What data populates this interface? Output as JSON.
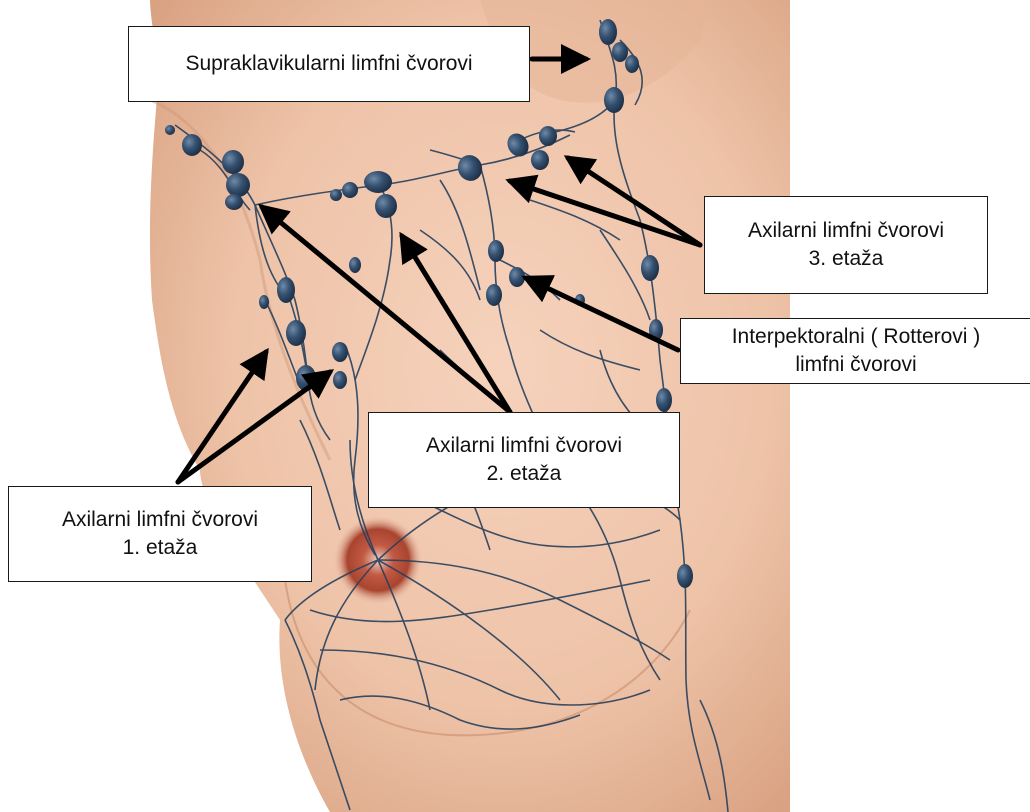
{
  "top_text": "",
  "colors": {
    "skin": "#eec3a8",
    "skin_shadow": "#d9a282",
    "node": "#2f4a6a",
    "vessel": "#27405c",
    "nipple": "#b34a3a",
    "arrow": "#000000",
    "box_border": "#1a1a1a"
  },
  "labels": {
    "supraclavicular": {
      "line1": "Supraklavikularni limfni čvorovi"
    },
    "axillary_level3": {
      "line1": "Axilarni limfni čvorovi",
      "line2": "3. etaža"
    },
    "interpectoral": {
      "line1": "Interpektoralni ( Rotterovi )",
      "line2": "limfni čvorovi"
    },
    "axillary_level2": {
      "line1": "Axilarni limfni čvorovi",
      "line2": "2. etaža"
    },
    "axillary_level1": {
      "line1": "Axilarni limfni čvorovi",
      "line2": "1. etaža"
    }
  }
}
